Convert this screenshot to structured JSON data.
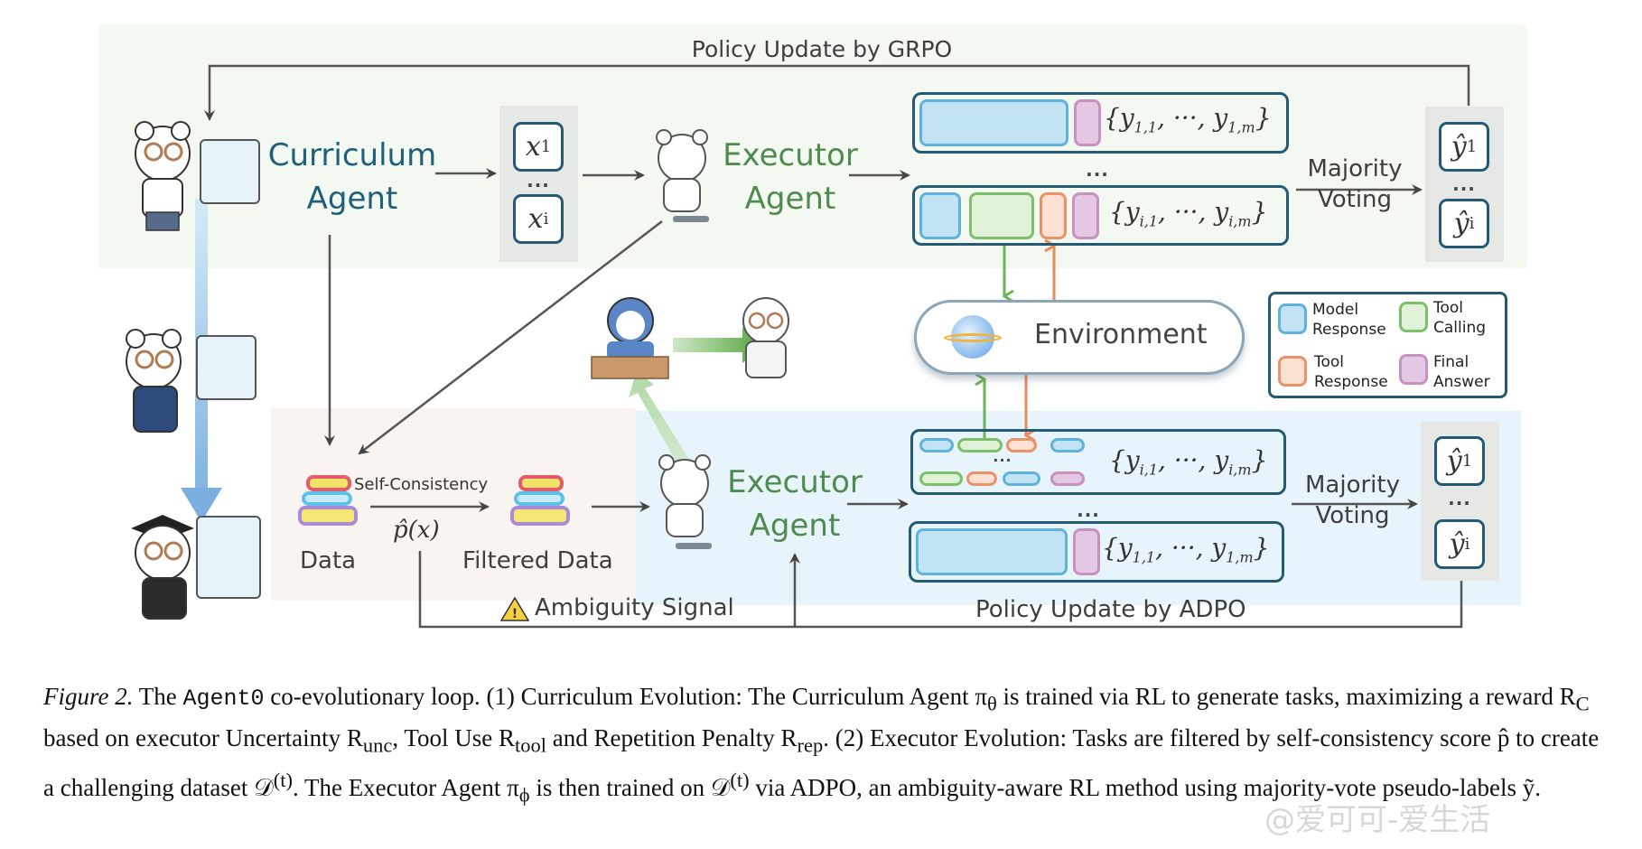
{
  "top_section": {
    "loop_label": "Policy Update by GRPO",
    "curriculum_title_line1": "Curriculum",
    "curriculum_title_line2": "Agent",
    "tasks": [
      {
        "var": "x",
        "sub": "1"
      },
      {
        "var": "x",
        "sub": "i"
      }
    ],
    "tasks_ellipsis": "...",
    "executor_title_line1": "Executor",
    "executor_title_line2": "Agent",
    "rollouts": [
      {
        "set_label": "{y1,1, ···, y1,m}",
        "var": "y",
        "sub_first": "1,1",
        "sub_last": "1,m",
        "segments": [
          "model_response",
          "final_answer"
        ]
      },
      {
        "set_label": "{yi,1, ···, yi,m}",
        "var": "y",
        "sub_first": "i,1",
        "sub_last": "i,m",
        "segments": [
          "model_response",
          "tool_calling",
          "tool_response",
          "final_answer"
        ]
      }
    ],
    "rollouts_ellipsis": "...",
    "voting_line1": "Majority",
    "voting_line2": "Voting",
    "answers": [
      {
        "var": "ŷ",
        "sub": "1"
      },
      {
        "var": "ŷ",
        "sub": "i"
      }
    ],
    "answers_ellipsis": "..."
  },
  "environment": {
    "label": "Environment",
    "icon": "globe-icon"
  },
  "legend": {
    "items": [
      {
        "key": "model_response",
        "line1": "Model",
        "line2": "Response",
        "color": "#5fb2dc",
        "fill": "#c1e3f4"
      },
      {
        "key": "tool_calling",
        "line1": "Tool",
        "line2": "Calling",
        "color": "#7ebf6a",
        "fill": "#dff2d8"
      },
      {
        "key": "tool_response",
        "line1": "Tool",
        "line2": "Response",
        "color": "#e89368",
        "fill": "#fbe0d3"
      },
      {
        "key": "final_answer",
        "line1": "Final",
        "line2": "Answer",
        "color": "#c692c2",
        "fill": "#e5c8e3"
      }
    ]
  },
  "bottom_section": {
    "data_label": "Data",
    "filter_label": "Self-Consistency",
    "filter_score": "p̂(x)",
    "filtered_label": "Filtered Data",
    "executor_title_line1": "Executor",
    "executor_title_line2": "Agent",
    "rollouts": [
      {
        "var": "y",
        "sub_first": "i,1",
        "sub_last": "i,m"
      },
      {
        "var": "y",
        "sub_first": "1,1",
        "sub_last": "1,m"
      }
    ],
    "rollouts_ellipsis": "...",
    "voting_line1": "Majority",
    "voting_line2": "Voting",
    "answers": [
      {
        "var": "ŷ",
        "sub": "1"
      },
      {
        "var": "ŷ",
        "sub": "i"
      }
    ],
    "answers_ellipsis": "...",
    "ambiguity_label": "Ambiguity Signal",
    "loop_label": "Policy Update by ADPO"
  },
  "caption": {
    "figure_label": "Figure 2.",
    "text_1": " The ",
    "system_name": "Agent0",
    "text_2": " co-evolutionary loop. (1) Curriculum Evolution: The Curriculum Agent π",
    "sub_theta": "θ",
    "text_3": " is trained via RL to generate tasks, maximizing a reward R",
    "sub_C": "C",
    "text_4": " based on executor Uncertainty R",
    "sub_unc": "unc",
    "text_5": ", Tool Use R",
    "sub_tool": "tool",
    "text_6": " and Repetition Penalty R",
    "sub_rep": "rep",
    "text_7": ". (2) Executor Evolution: Tasks are filtered by self-consistency score p̂ to create a challenging dataset 𝒟",
    "sup_t1": "(t)",
    "text_8": ". The Executor Agent π",
    "sub_phi": "ϕ",
    "text_9": " is then trained on 𝒟",
    "sup_t2": "(t)",
    "text_10": " via ADPO, an ambiguity-aware RL method using majority-vote pseudo-labels ỹ."
  },
  "watermark": "@爱可可-爱生活"
}
